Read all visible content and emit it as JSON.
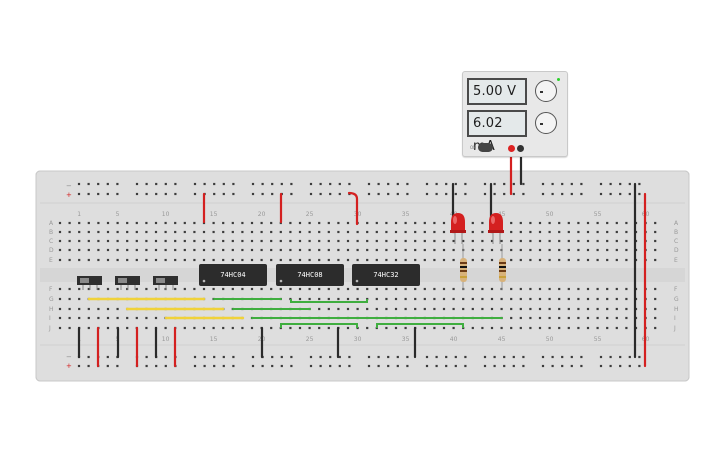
{
  "power_supply": {
    "voltage_display": "5.00 V",
    "current_display": "6.02 mA",
    "on_label": "ON",
    "indicator_color": "#2bd02b"
  },
  "breadboard": {
    "column_numbers": [
      "1",
      "5",
      "10",
      "15",
      "20",
      "25",
      "30",
      "35",
      "40",
      "45",
      "50",
      "55",
      "60"
    ],
    "row_letters_top": [
      "A",
      "B",
      "C",
      "D",
      "E"
    ],
    "row_letters_bottom": [
      "F",
      "G",
      "H",
      "I",
      "J"
    ],
    "rail_symbols": [
      "−",
      "+"
    ]
  },
  "chips": [
    {
      "label": "74HC04"
    },
    {
      "label": "74HC08"
    },
    {
      "label": "74HC32"
    }
  ],
  "components": {
    "dip_switches": 3,
    "leds": 2,
    "resistors": 2,
    "led_color": "#d42020"
  },
  "colors": {
    "board": "#dedede",
    "hole": "#3c3c3c",
    "wire_red": "#d42020",
    "wire_black": "#2a2a2a",
    "wire_yellow": "#f0d23a",
    "wire_green": "#3fae3f"
  }
}
